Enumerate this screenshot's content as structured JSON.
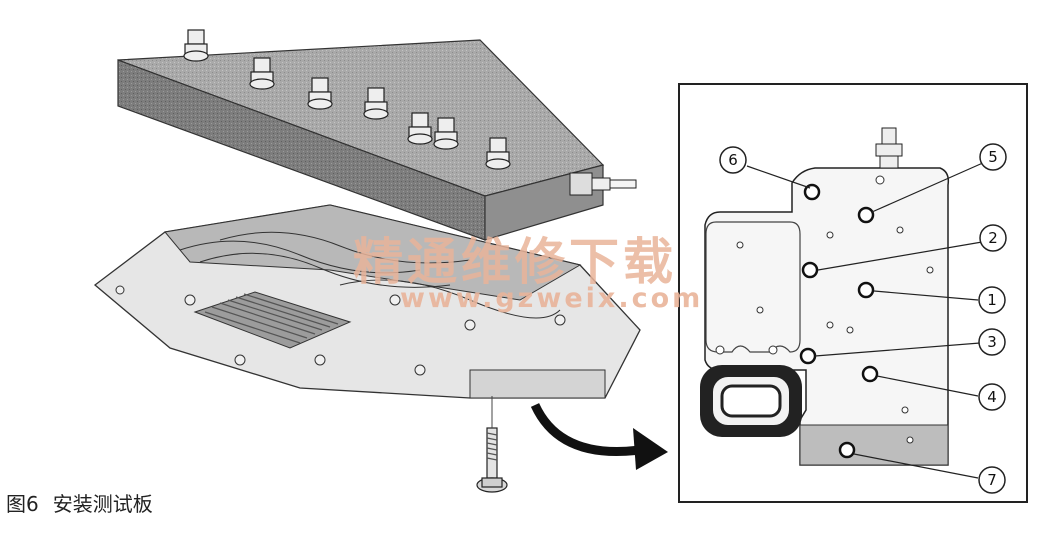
{
  "caption": {
    "figure": "图6",
    "title": "安装测试板"
  },
  "watermark": {
    "text": "精通维修下载",
    "url": "www.gzweix.com"
  },
  "callouts": [
    "1",
    "2",
    "3",
    "4",
    "5",
    "6",
    "7"
  ]
}
